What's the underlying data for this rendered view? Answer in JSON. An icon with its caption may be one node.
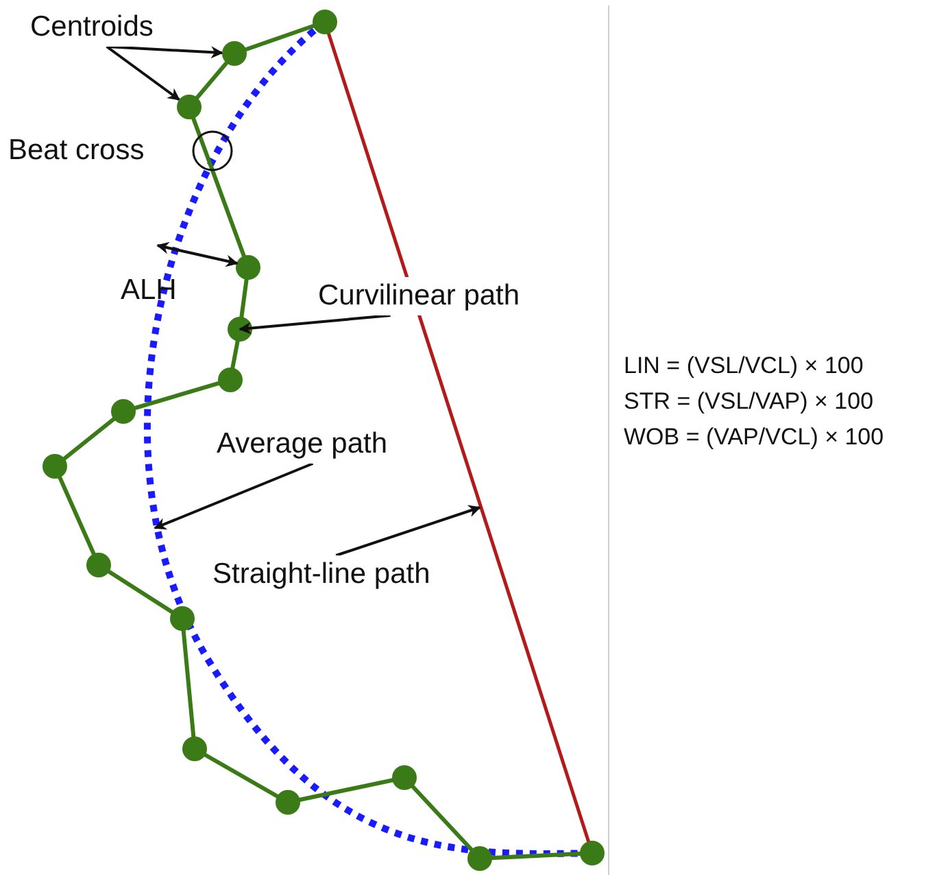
{
  "diagram": {
    "nodes": [
      {
        "text": [
          "Centroids"
        ]
      },
      {
        "text": [],
        "shape": "circle"
      },
      {
        "text": [],
        "shape": "circle"
      },
      {
        "text": [
          "Curvilinear path"
        ]
      },
      {
        "text": [
          "Average path"
        ]
      },
      {
        "text": [
          "Straight-line path"
        ]
      }
    ],
    "edges": [
      {
        "from": 0,
        "to": 1,
        "arrow": "to"
      },
      {
        "from": 0,
        "to": 2,
        "arrow": "to"
      },
      {
        "from": 3,
        "to": null,
        "arrow": "to"
      },
      {
        "from": 4,
        "to": null,
        "arrow": "to"
      },
      {
        "from": 5,
        "to": null,
        "arrow": "to"
      }
    ],
    "labels": [
      "Beat cross",
      "ALH",
      "LIN = (VSL/VCL) × 100",
      "STR = (VSL/VAP) × 100",
      "WOB = (VAP/VCL) × 100"
    ]
  }
}
